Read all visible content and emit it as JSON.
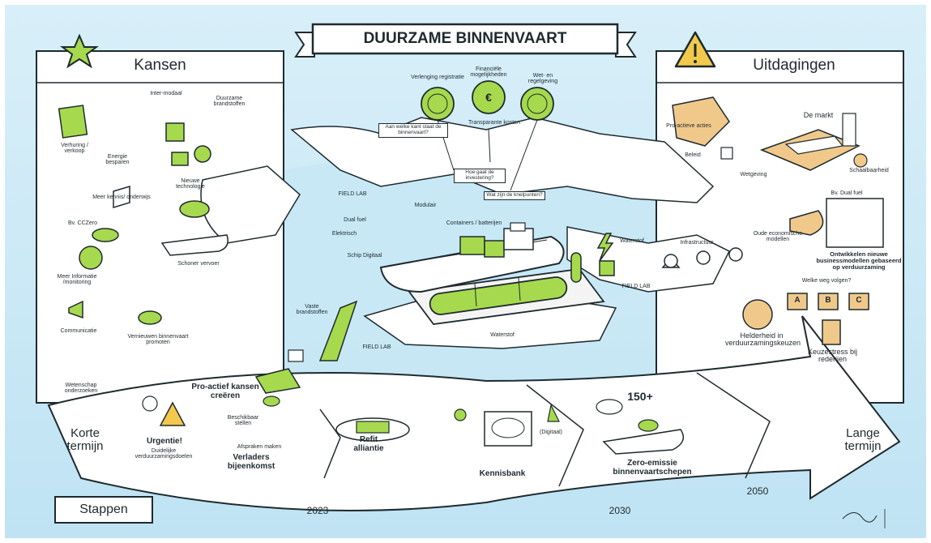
{
  "title": "DUURZAME BINNENVAART",
  "panels": {
    "left_title": "Kansen",
    "right_title": "Uitdagingen",
    "bottom_label": "Stappen"
  },
  "timeline": {
    "start": "Korte\ntermijn",
    "end": "Lange\ntermijn",
    "years": [
      "2023",
      "2030",
      "2050"
    ]
  },
  "kansen": {
    "k1": "Verhuring / verkoop",
    "k2": "Energie besparen",
    "k3": "Duurzame brandstoffen",
    "k4": "Inter-modaal",
    "k5": "Meer kennis/ onderwijs",
    "k6": "Nieuwe technologie",
    "k7": "Bv. CCZero",
    "k8": "Meer Informatie /monitoring",
    "k9": "Schoner vervoer",
    "k10": "Vernieuwen binnenvaart promoten",
    "k11": "Communicatie",
    "k12": "Wetenschap onderzoeken"
  },
  "center": {
    "c1": "Verlenging registratie",
    "c2": "Financiële mogelijkheden",
    "c3": "Wet- en regelgeving",
    "c4": "Transparante kosten",
    "c5": "Aan welke kant staat de binnenvaart?",
    "c6": "Hoe gaat de investering?",
    "c7": "Wat zijn de knelpunten?",
    "c8": "FIELD LAB",
    "c9": "Modulair",
    "c10": "Dual fuel",
    "c11": "Elektrisch",
    "c12": "Schip Digitaal",
    "c13": "Containers / batterijen",
    "c14": "Waterstof",
    "c15": "Infrastructuur",
    "c16": "FIELD LAB",
    "c17": "Vaste brandstoffen",
    "c18": "Waterstof",
    "c19": "FIELD LAB"
  },
  "uitdagingen": {
    "u1": "Pro-actieve acties",
    "u2": "Beleid",
    "u3": "De markt",
    "u4": "Wetgeving",
    "u5": "Schaalbaarheid",
    "u6": "Bv. Dual fuel",
    "u7": "Oude economische modellen",
    "u8": "Ontwikkelen nieuwe businessmodellen gebaseerd op verduurzaming",
    "u9": "Welke weg volgen?",
    "u10": "Helderheid in verduurzamingskeuzen",
    "u11": "Keuzestress bij rederijen"
  },
  "choices": [
    "A",
    "B",
    "C"
  ],
  "steps": {
    "s1": "Urgentie!",
    "s2": "Duidelijke verduurzamingsdoelen",
    "s3": "Pro-actief kansen creëren",
    "s4": "Beschikbaar stellen",
    "s5": "Verladers bijeenkomst",
    "s6": "Afspraken maken",
    "s7": "Refit alliantie",
    "s8": "Kennisbank",
    "s9": "Zero-emissie binnenvaartschepen",
    "s10": "150+",
    "s11": "(Digitaal)"
  },
  "colors": {
    "sky": "#cbe8f5",
    "water": "#bfe2f2",
    "accent_green": "#a6d94d",
    "ink": "#1e2a2e",
    "warning": "#f2c94c",
    "sand": "#f0c98a"
  }
}
